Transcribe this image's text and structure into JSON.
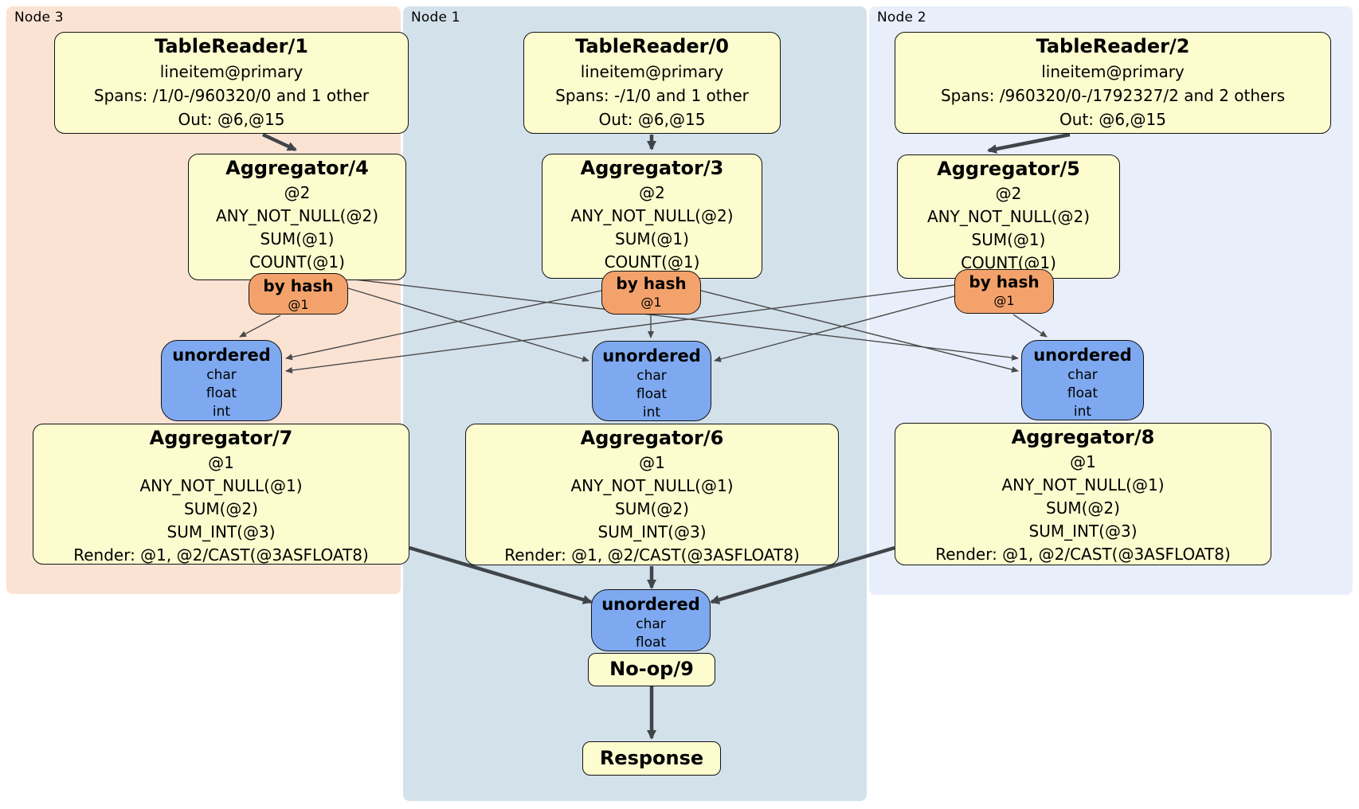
{
  "nodes": [
    {
      "label": "Node 3",
      "table_reader": {
        "title": "TableReader/1",
        "lines": [
          "lineitem@primary",
          "Spans: /1/0-/960320/0 and 1 other",
          "Out: @6,@15"
        ]
      },
      "aggregator_top": {
        "title": "Aggregator/4",
        "lines": [
          "@2",
          "ANY_NOT_NULL(@2)",
          "SUM(@1)",
          "COUNT(@1)"
        ]
      },
      "router": {
        "title": "by hash",
        "key": "@1"
      },
      "sync": {
        "title": "unordered",
        "lines": [
          "char",
          "float",
          "int"
        ]
      },
      "aggregator_bottom": {
        "title": "Aggregator/7",
        "lines": [
          "@1",
          "ANY_NOT_NULL(@1)",
          "SUM(@2)",
          "SUM_INT(@3)",
          "Render: @1, @2/CAST(@3ASFLOAT8)"
        ]
      }
    },
    {
      "label": "Node 1",
      "table_reader": {
        "title": "TableReader/0",
        "lines": [
          "lineitem@primary",
          "Spans: -/1/0 and 1 other",
          "Out: @6,@15"
        ]
      },
      "aggregator_top": {
        "title": "Aggregator/3",
        "lines": [
          "@2",
          "ANY_NOT_NULL(@2)",
          "SUM(@1)",
          "COUNT(@1)"
        ]
      },
      "router": {
        "title": "by hash",
        "key": "@1"
      },
      "sync": {
        "title": "unordered",
        "lines": [
          "char",
          "float",
          "int"
        ]
      },
      "aggregator_bottom": {
        "title": "Aggregator/6",
        "lines": [
          "@1",
          "ANY_NOT_NULL(@1)",
          "SUM(@2)",
          "SUM_INT(@3)",
          "Render: @1, @2/CAST(@3ASFLOAT8)"
        ]
      }
    },
    {
      "label": "Node 2",
      "table_reader": {
        "title": "TableReader/2",
        "lines": [
          "lineitem@primary",
          "Spans: /960320/0-/1792327/2 and 2 others",
          "Out: @6,@15"
        ]
      },
      "aggregator_top": {
        "title": "Aggregator/5",
        "lines": [
          "@2",
          "ANY_NOT_NULL(@2)",
          "SUM(@1)",
          "COUNT(@1)"
        ]
      },
      "router": {
        "title": "by hash",
        "key": "@1"
      },
      "sync": {
        "title": "unordered",
        "lines": [
          "char",
          "float",
          "int"
        ]
      },
      "aggregator_bottom": {
        "title": "Aggregator/8",
        "lines": [
          "@1",
          "ANY_NOT_NULL(@1)",
          "SUM(@2)",
          "SUM_INT(@3)",
          "Render: @1, @2/CAST(@3ASFLOAT8)"
        ]
      }
    }
  ],
  "final": {
    "sync": {
      "title": "unordered",
      "lines": [
        "char",
        "float"
      ]
    },
    "noop": {
      "title": "No-op/9"
    },
    "response": {
      "title": "Response"
    }
  },
  "colors": {
    "node3_bg": "#FBE3D4",
    "node1_bg": "#D3E1EB",
    "node2_bg": "#E9EFFA",
    "operator_fill": "#FCFCCF",
    "router_fill": "#F4A26B",
    "sync_fill": "#7EA9F0",
    "box_border": "#131313",
    "edge_thin": "#4A4A4A",
    "edge_thick": "#40454A"
  }
}
